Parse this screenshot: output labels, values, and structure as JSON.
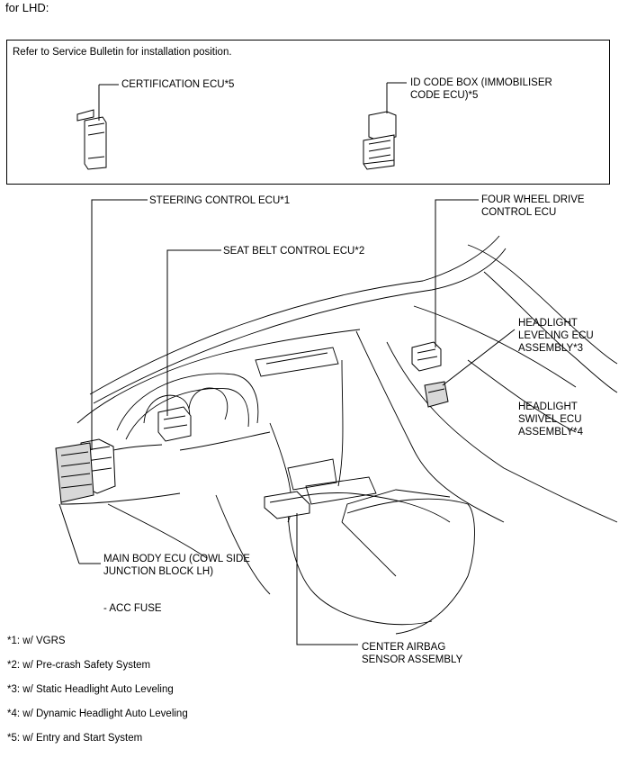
{
  "header": "for LHD:",
  "box": {
    "note": "Refer to Service Bulletin for installation position.",
    "certification": "CERTIFICATION ECU*5",
    "id_code_1": "ID CODE BOX (IMMOBILISER",
    "id_code_2": "CODE ECU)*5"
  },
  "labels": {
    "steering": "STEERING CONTROL ECU*1",
    "seatbelt": "SEAT BELT CONTROL ECU*2",
    "fourwd_1": "FOUR WHEEL DRIVE",
    "fourwd_2": "CONTROL ECU",
    "hl_level_1": "HEADLIGHT",
    "hl_level_2": "LEVELING ECU",
    "hl_level_3": "ASSEMBLY*3",
    "hl_swivel_1": "HEADLIGHT",
    "hl_swivel_2": "SWIVEL ECU",
    "hl_swivel_3": "ASSEMBLY*4",
    "main_body_1": "MAIN BODY ECU (COWL SIDE",
    "main_body_2": "JUNCTION BLOCK LH)",
    "acc_fuse": "- ACC FUSE",
    "airbag_1": "CENTER AIRBAG",
    "airbag_2": "SENSOR ASSEMBLY"
  },
  "footnotes": [
    "*1: w/ VGRS",
    "*2: w/ Pre-crash Safety System",
    "*3: w/ Static Headlight Auto Leveling",
    "*4: w/ Dynamic Headlight Auto Leveling",
    "*5: w/ Entry and Start System"
  ]
}
